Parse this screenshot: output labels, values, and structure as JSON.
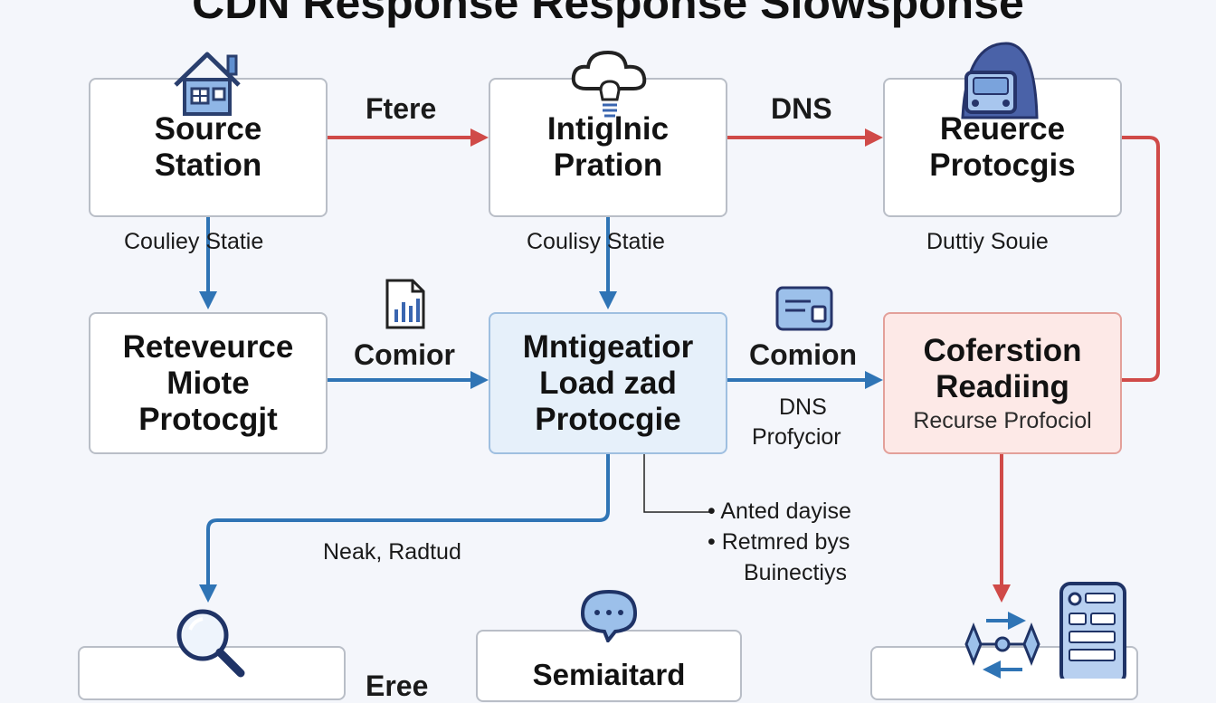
{
  "title": "CDN Response Response Slowsponse",
  "nodes": {
    "source": {
      "line1": "Source",
      "line2": "Station",
      "caption": "Couliey Statie"
    },
    "integration": {
      "line1": "Intiglnic",
      "line2": "Pration",
      "caption": "Coulisy Statie"
    },
    "recursive": {
      "line1": "Reuerce",
      "line2": "Protocgis",
      "caption": "Duttiy Souie"
    },
    "remote": {
      "line1": "Reteveurce",
      "line2": "Miote",
      "line3": "Protocgjt"
    },
    "mitigation": {
      "line1": "Mntigeatior",
      "line2": "Load zad",
      "line3": "Protocgie"
    },
    "conf": {
      "line1": "Coferstion",
      "line2": "Readiing",
      "sub": "Recurse Profociol"
    },
    "bottom_left": {
      "line1": ""
    },
    "bottom_mid": {
      "line1": "Semiaitard"
    },
    "bottom_right": {
      "line1": ""
    }
  },
  "edges": {
    "ftere": "Ftere",
    "dns_top": "DNS",
    "comior": "Comior",
    "comion": "Comion",
    "dns_proficior": [
      "DNS",
      "Profycior"
    ],
    "neak": "Neak, Radtud",
    "bottom_label": "Eree"
  },
  "bullets": [
    "Anted dayise",
    "Retmred bys",
    "Buinectiys"
  ],
  "colors": {
    "red": "#d04a48",
    "blue": "#2f74b5",
    "icon": "#3a66b0"
  },
  "icons": [
    "house-icon",
    "cloud-bulb-icon",
    "car-icon",
    "document-chart-icon",
    "card-icon",
    "magnifier-icon",
    "chat-bubble-icon",
    "network-icon",
    "phone-icon"
  ]
}
